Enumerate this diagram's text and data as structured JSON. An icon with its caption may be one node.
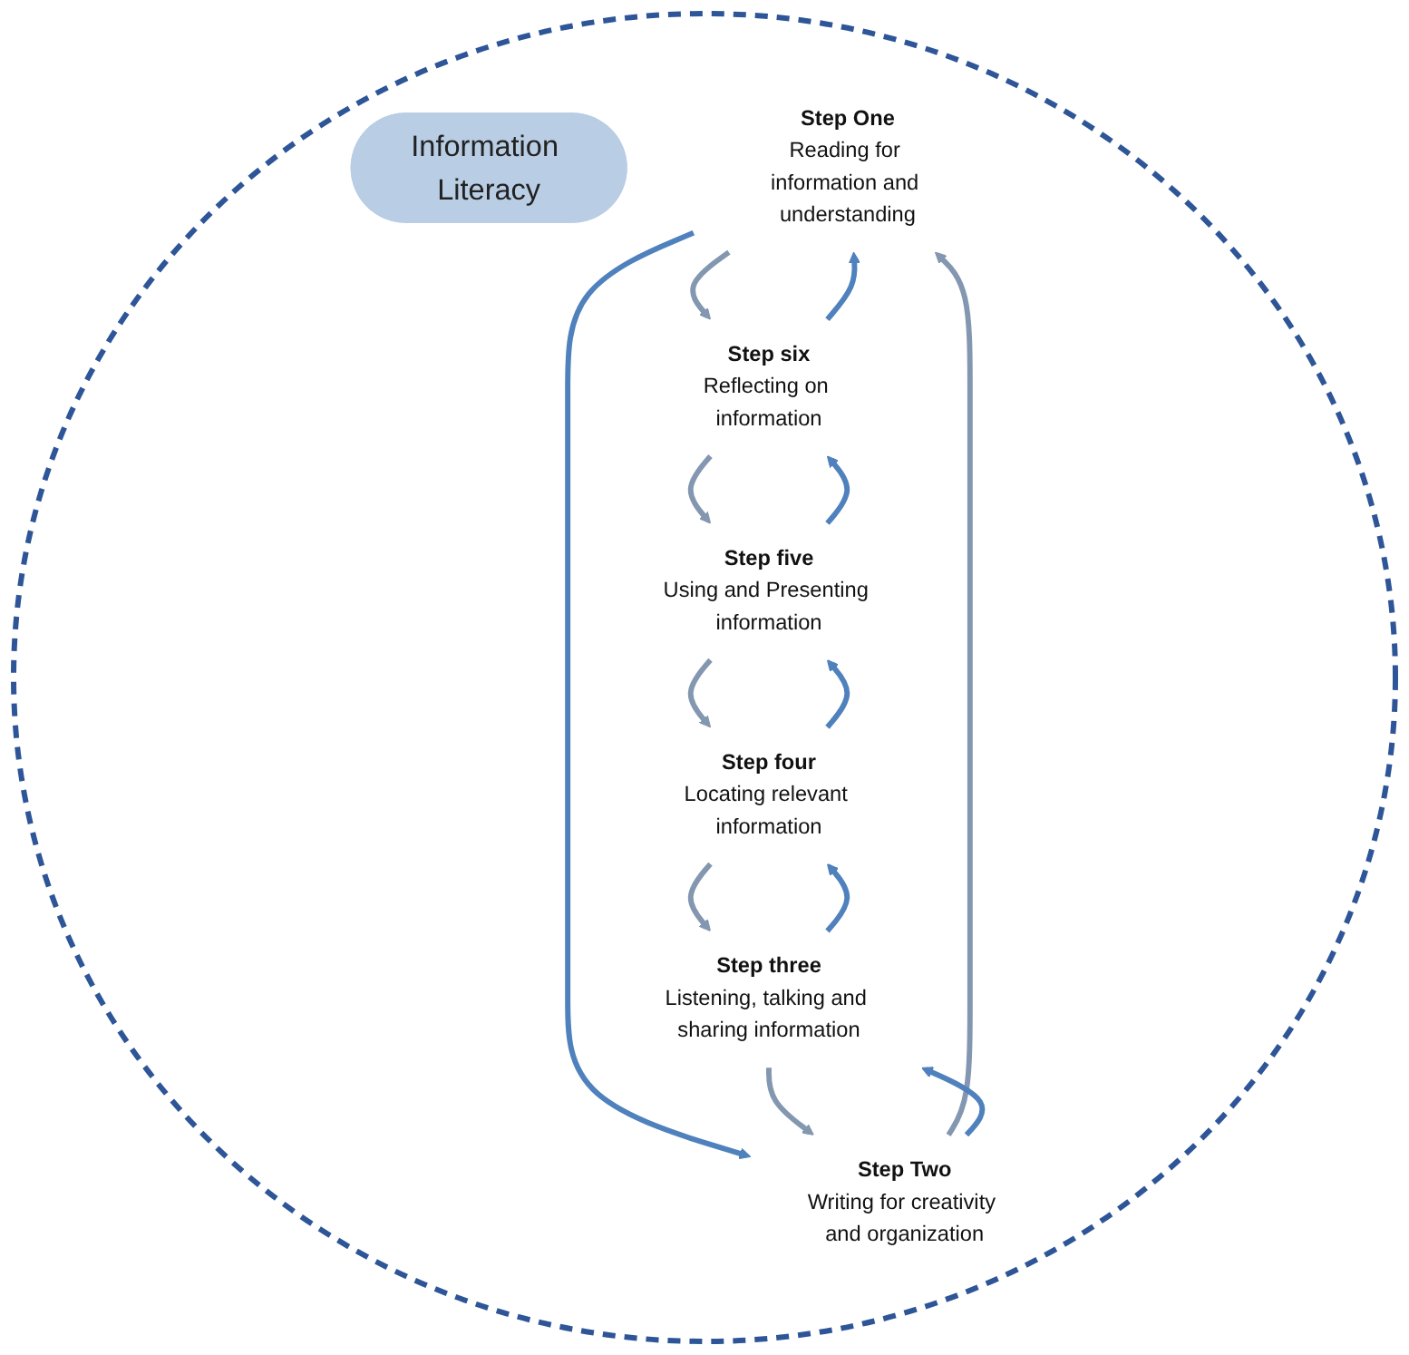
{
  "diagram": {
    "nodes": [
      {
        "text": [
          "Information Literacy"
        ]
      },
      {
        "text": [
          "Step One",
          "Reading for information and understanding"
        ]
      },
      {
        "text": [
          "Step Two",
          "Writing for creativity and organization"
        ]
      },
      {
        "text": [
          "Step three",
          "Listening, talking and sharing information"
        ]
      },
      {
        "text": [
          "Step four",
          "Locating relevant information"
        ]
      },
      {
        "text": [
          "Step five",
          "Using and Presenting information"
        ]
      },
      {
        "text": [
          "Step six",
          "Reflecting on information"
        ]
      }
    ],
    "edges": [
      {
        "from": 6,
        "to": 1,
        "arrow": "to",
        "color": "#4f81bd"
      },
      {
        "from": 1,
        "to": 6,
        "arrow": "to",
        "color": "#8497b0"
      },
      {
        "from": 1,
        "to": 2,
        "arrow": "to",
        "color": "#4f81bd"
      },
      {
        "from": 2,
        "to": 1,
        "arrow": "to",
        "color": "#8497b0"
      },
      {
        "from": 2,
        "to": 3,
        "arrow": "to",
        "color": "#4f81bd"
      },
      {
        "from": 3,
        "to": 2,
        "arrow": "to",
        "color": "#8497b0"
      },
      {
        "from": 3,
        "to": 4,
        "arrow": "to",
        "color": "#4f81bd"
      },
      {
        "from": 4,
        "to": 3,
        "arrow": "to",
        "color": "#8497b0"
      },
      {
        "from": 4,
        "to": 5,
        "arrow": "to",
        "color": "#4f81bd"
      },
      {
        "from": 5,
        "to": 4,
        "arrow": "to",
        "color": "#8497b0"
      },
      {
        "from": 5,
        "to": 6,
        "arrow": "to",
        "color": "#4f81bd"
      },
      {
        "from": 6,
        "to": 5,
        "arrow": "to",
        "color": "#8497b0"
      }
    ]
  }
}
